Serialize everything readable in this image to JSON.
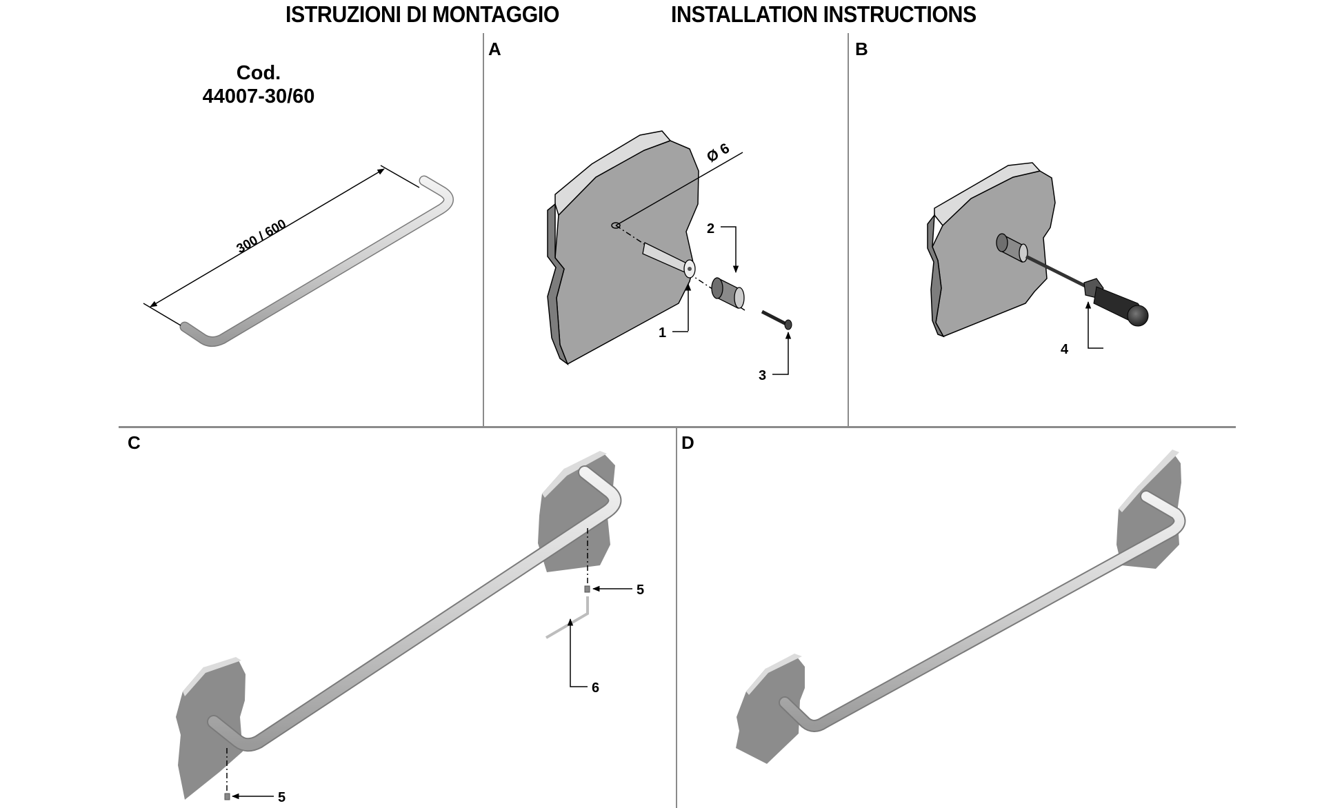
{
  "header": {
    "title_it": "ISTRUZIONI DI MONTAGGIO",
    "title_en": "INSTALLATION INSTRUCTIONS"
  },
  "product": {
    "code_label": "Cod.",
    "code_value": "44007-30/60",
    "dimension_label": "300 / 600"
  },
  "panels": {
    "A": {
      "label": "A",
      "diameter_label": "Ø 6",
      "callouts": [
        "1",
        "2",
        "3"
      ]
    },
    "B": {
      "label": "B",
      "callouts": [
        "4"
      ]
    },
    "C": {
      "label": "C",
      "callouts": [
        "5",
        "6",
        "5"
      ]
    },
    "D": {
      "label": "D"
    }
  },
  "colors": {
    "plate_face": "#a3a3a3",
    "plate_edge_light": "#dcdcdc",
    "plate_edge_dark": "#7d7d7d",
    "bar": "#cfcfcf",
    "divider": "#8a8a8a"
  }
}
